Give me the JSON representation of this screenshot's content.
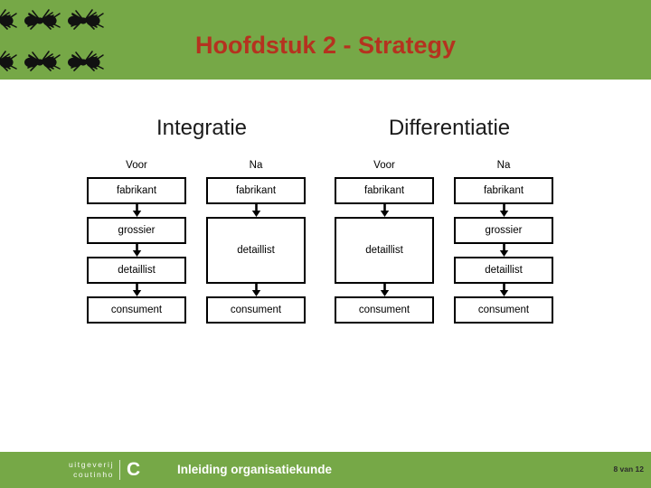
{
  "slide": {
    "title": "Hoofdstuk 2 - Strategy",
    "title_color": "#b5321f",
    "brand_green": "#76a847",
    "background": "#ffffff"
  },
  "header": {
    "decoration_icon": "ant-icon",
    "ant_count": 6,
    "ant_rows": 2,
    "ant_cols": 3
  },
  "panels": [
    {
      "heading": "Integratie",
      "columns": [
        {
          "label": "Voor",
          "nodes": [
            {
              "label": "fabrikant",
              "tall": false
            },
            {
              "label": "grossier",
              "tall": false
            },
            {
              "label": "detaillist",
              "tall": false
            },
            {
              "label": "consument",
              "tall": false
            }
          ]
        },
        {
          "label": "Na",
          "nodes": [
            {
              "label": "fabrikant",
              "tall": false
            },
            {
              "label": "detaillist",
              "tall": true
            },
            {
              "label": "consument",
              "tall": false
            }
          ]
        }
      ]
    },
    {
      "heading": "Differentiatie",
      "columns": [
        {
          "label": "Voor",
          "nodes": [
            {
              "label": "fabrikant",
              "tall": false
            },
            {
              "label": "detaillist",
              "tall": true
            },
            {
              "label": "consument",
              "tall": false
            }
          ]
        },
        {
          "label": "Na",
          "nodes": [
            {
              "label": "fabrikant",
              "tall": false
            },
            {
              "label": "grossier",
              "tall": false
            },
            {
              "label": "detaillist",
              "tall": false
            },
            {
              "label": "consument",
              "tall": false
            }
          ]
        }
      ]
    }
  ],
  "footer": {
    "logo_line1": "uitgeverij",
    "logo_line2": "coutinho",
    "logo_mark": "C",
    "book_title": "Inleiding organisatiekunde",
    "page_indicator": "8 van 12"
  }
}
